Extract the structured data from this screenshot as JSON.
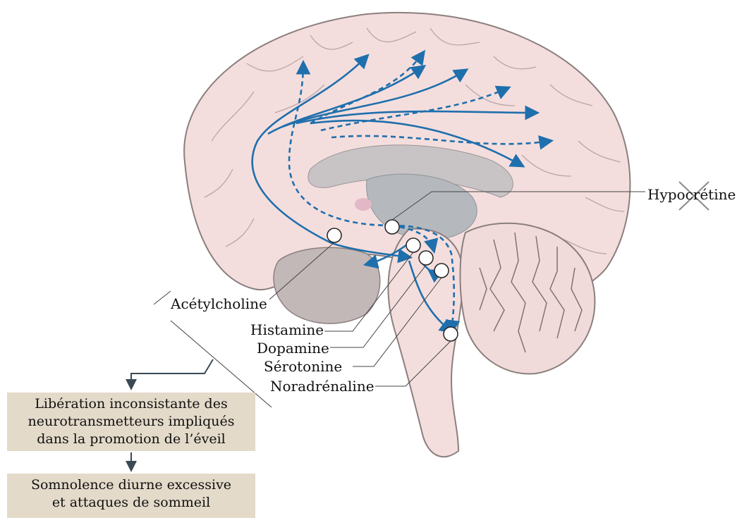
{
  "labels": {
    "hypocretine": "Hypocrétine",
    "acetylcholine": "Acétylcholine",
    "histamine": "Histamine",
    "dopamine": "Dopamine",
    "serotonine": "Sérotonine",
    "noradrenaline": "Noradrénaline"
  },
  "boxes": {
    "liberation": [
      "Libération inconsistante des",
      "neurotransmetteurs impliqués",
      "dans la promotion de l’éveil"
    ],
    "somnolence": [
      "Somnolence diurne excessive",
      "et attaques de sommeil"
    ]
  },
  "colors": {
    "pathway": "#1f6fad",
    "brain": "#f4dedd",
    "brain_outline": "#8a7f7e",
    "box_fill": "#e4dac9",
    "cross": "#8a8a8a"
  }
}
